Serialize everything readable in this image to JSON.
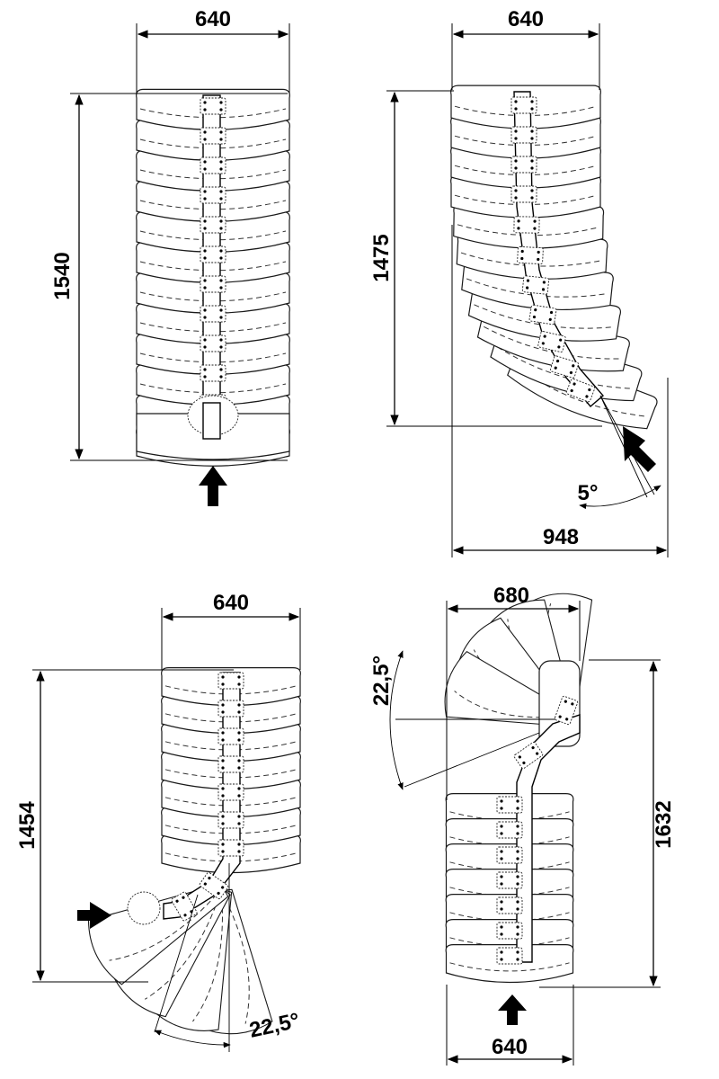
{
  "diagram": {
    "configs": [
      {
        "id": "straight",
        "dimensions": {
          "width": "640",
          "height": "1540"
        }
      },
      {
        "id": "curved-5deg",
        "dimensions": {
          "width": "640",
          "height": "1475",
          "overall_width": "948",
          "angle": "5°"
        }
      },
      {
        "id": "bottom-turn",
        "dimensions": {
          "width": "640",
          "height": "1454",
          "angle": "22,5°"
        }
      },
      {
        "id": "top-turn",
        "dimensions": {
          "top_width": "680",
          "bottom_width": "640",
          "height": "1632",
          "angle": "22,5°"
        }
      }
    ]
  }
}
